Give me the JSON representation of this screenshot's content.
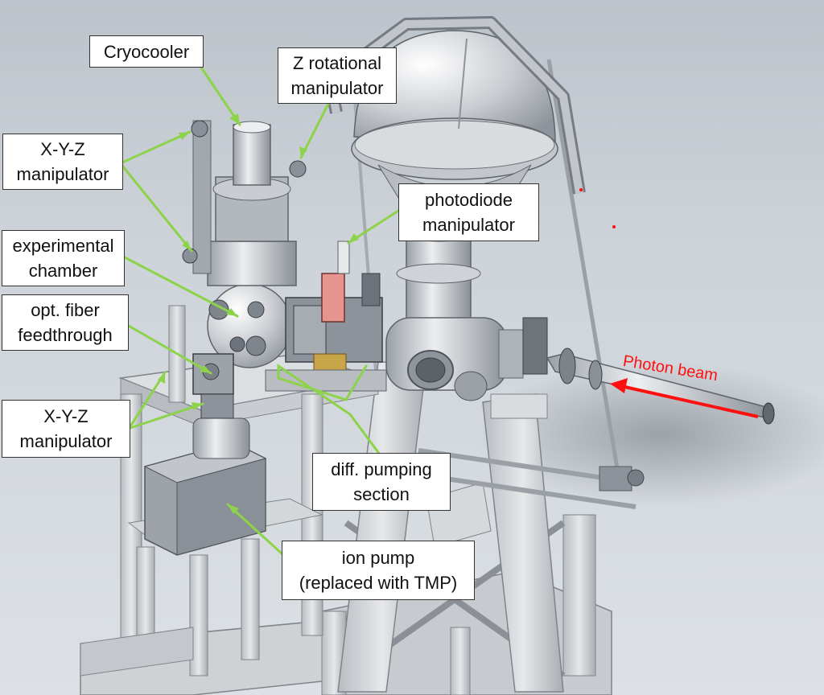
{
  "labels": {
    "cryocooler": [
      "Cryocooler"
    ],
    "z_rotational_manipulator": [
      "Z rotational",
      "manipulator"
    ],
    "xyz_manipulator_top": [
      "X-Y-Z",
      "manipulator"
    ],
    "photodiode_manipulator": [
      "photodiode",
      "manipulator"
    ],
    "experimental_chamber": [
      "experimental",
      "chamber"
    ],
    "opt_fiber_feedthrough": [
      "opt. fiber",
      "feedthrough"
    ],
    "xyz_manipulator_bottom": [
      "X-Y-Z",
      "manipulator"
    ],
    "diff_pumping_section": [
      "diff. pumping",
      "section"
    ],
    "ion_pump": [
      "ion pump",
      "(replaced with TMP)"
    ]
  },
  "beam_label": "Photon beam",
  "colors": {
    "leader_line": "#8dd34a",
    "beam": "#ff1010",
    "label_border": "#333333",
    "metal": "#c4c8cd",
    "metal_dark": "#7d838a",
    "frame": "#d2d5d8"
  }
}
